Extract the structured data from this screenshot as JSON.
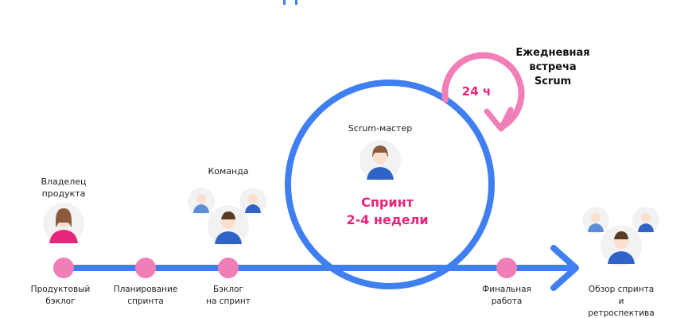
{
  "colors": {
    "blue": "#3f7ff2",
    "pink": "#f07fb8",
    "accent": "#e8247c"
  },
  "roles": {
    "owner": "Владелец\nпродукта",
    "team": "Команда",
    "scrum_master": "Scrum-мастер"
  },
  "sprint": {
    "title": "Спринт",
    "duration": "2-4 недели"
  },
  "daily": {
    "label": "Ежедневная\nвстреча\nScrum",
    "hours": "24 ч"
  },
  "steps": [
    {
      "label": "Продуктовый\nбэклог"
    },
    {
      "label": "Планирование\nспринта"
    },
    {
      "label": "Бэклог\nна спринт"
    },
    {
      "label": "Финальная\nработа"
    },
    {
      "label": "Обзор спринта\nи ретроспектива"
    }
  ]
}
